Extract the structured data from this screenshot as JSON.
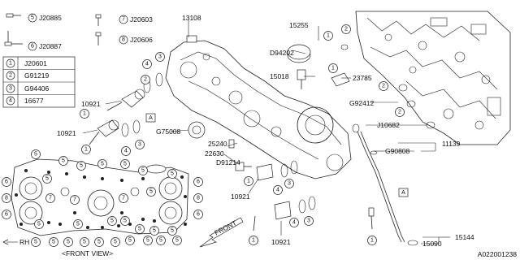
{
  "legend": {
    "small": [
      {
        "num": "5",
        "code": "J20885"
      },
      {
        "num": "6",
        "code": "J20887"
      },
      {
        "num": "7",
        "code": "J20603"
      },
      {
        "num": "8",
        "code": "J20606"
      }
    ],
    "table": [
      {
        "num": "1",
        "code": "J20601"
      },
      {
        "num": "2",
        "code": "G91219"
      },
      {
        "num": "3",
        "code": "G94406"
      },
      {
        "num": "4",
        "code": "16677"
      }
    ]
  },
  "parts": {
    "p13108": "13108",
    "p15255": "15255",
    "p94202": "D94202",
    "p15018": "15018",
    "p23785": "23785",
    "p92412": "G92412",
    "p10682": "J10682",
    "p11139": "11139",
    "p90808": "G90808",
    "p15144": "15144",
    "p15090": "15090",
    "p75008": "G75008",
    "p25240": "25240",
    "p22630": "22630",
    "p91214": "D91214",
    "p10921a": "10921",
    "p10921b": "10921",
    "p10921c": "10921",
    "p10921d": "10921"
  },
  "markers": {
    "refA1": "A",
    "refA2": "A"
  },
  "front_view": "<FRONT VIEW>",
  "rh": "RH",
  "front": "FRONT",
  "diagram_id": "A022001238"
}
